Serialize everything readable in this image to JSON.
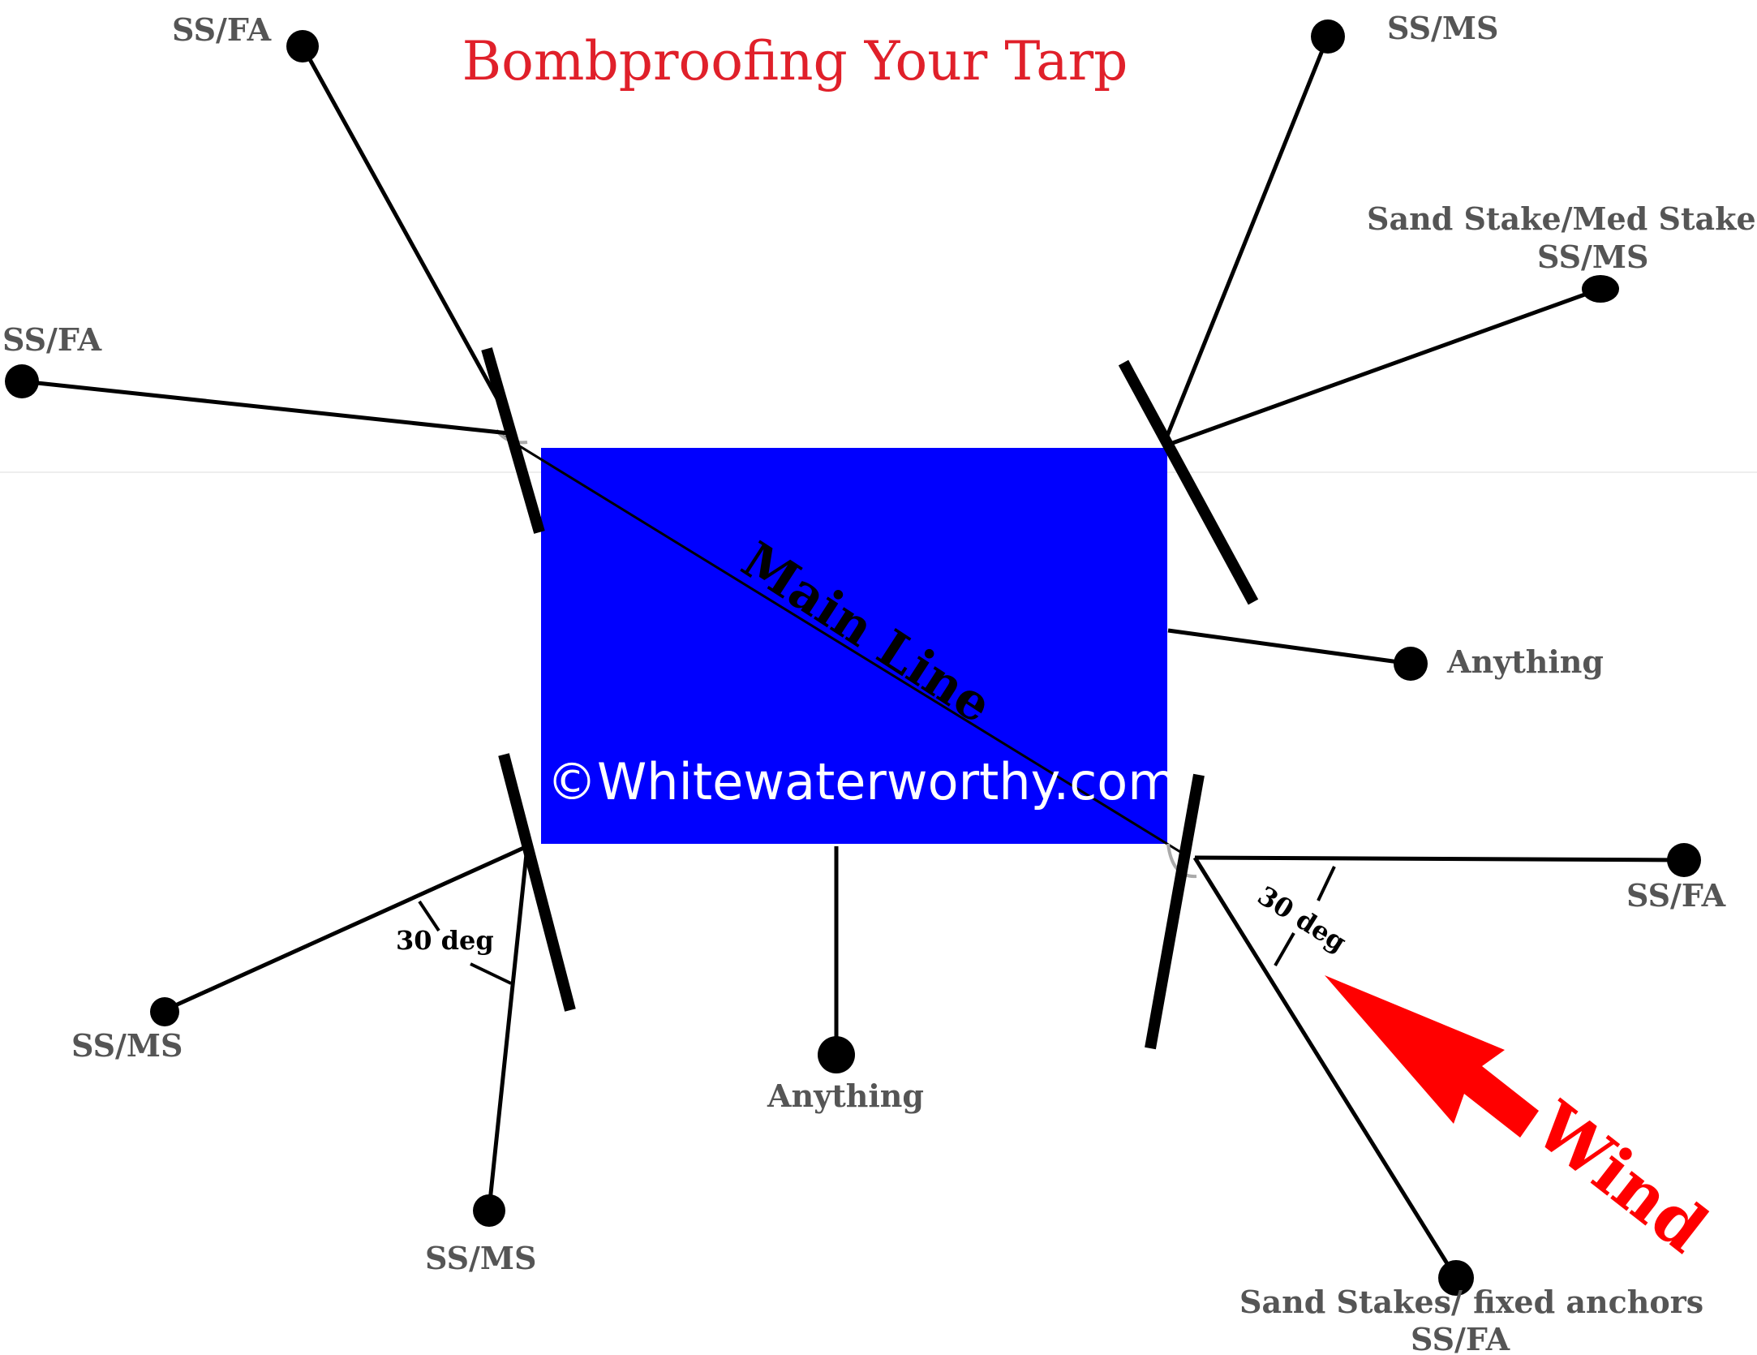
{
  "title": "Bombproofing Your Tarp",
  "main_line_label": "Main Line",
  "watermark": "©Whitewaterworthy.com",
  "wind_label": "Wind",
  "angle_label": "30 deg",
  "labels": {
    "top_left": "SS/FA",
    "left": "SS/FA",
    "top_right": "SS/MS",
    "right_upper_1": "Sand Stake/Med Stake",
    "right_upper_2": "SS/MS",
    "right_mid": "Anything",
    "right_lower": "SS/FA",
    "bottom_left": "SS/MS",
    "bottom_left_lower": "SS/MS",
    "bottom_center": "Anything",
    "bottom_right_1": "Sand Stakes/ fixed anchors",
    "bottom_right_2": "SS/FA"
  },
  "colors": {
    "tarp": "#0000ff",
    "title": "#e0202a",
    "wind_arrow": "#ff0000",
    "label_gray": "#555555"
  }
}
